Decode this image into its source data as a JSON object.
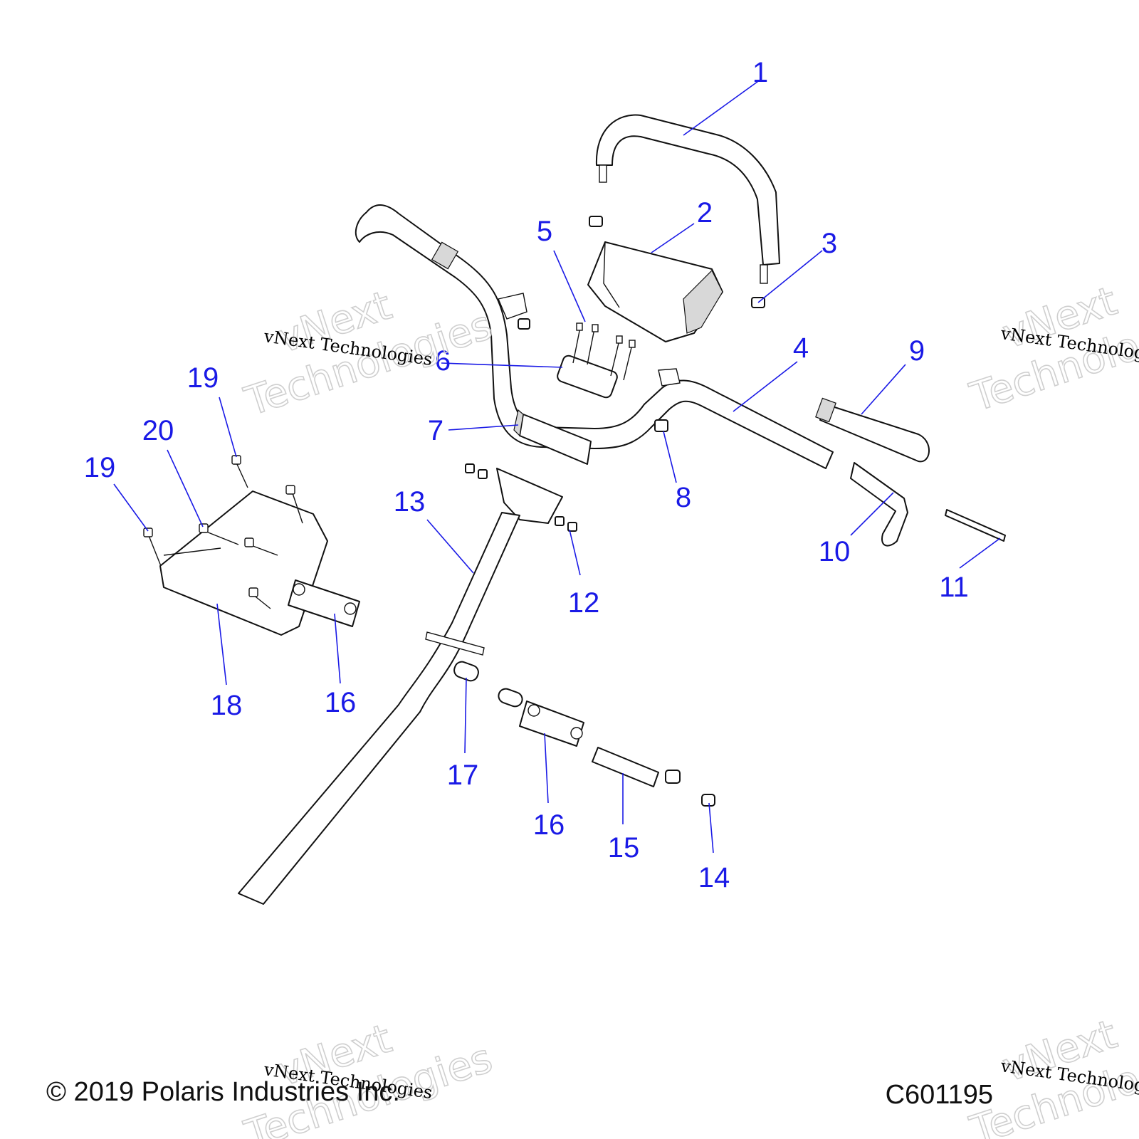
{
  "callouts": [
    {
      "num": "1"
    },
    {
      "num": "2"
    },
    {
      "num": "3"
    },
    {
      "num": "4"
    },
    {
      "num": "5"
    },
    {
      "num": "6"
    },
    {
      "num": "7"
    },
    {
      "num": "8"
    },
    {
      "num": "9"
    },
    {
      "num": "10"
    },
    {
      "num": "11"
    },
    {
      "num": "12"
    },
    {
      "num": "13"
    },
    {
      "num": "14"
    },
    {
      "num": "15"
    },
    {
      "num": "16"
    },
    {
      "num": "16"
    },
    {
      "num": "17"
    },
    {
      "num": "18"
    },
    {
      "num": "19"
    },
    {
      "num": "19"
    },
    {
      "num": "20"
    }
  ],
  "watermark": {
    "big_line1": "vNext",
    "big_line2": "Technologies",
    "small": "vNext Technologies"
  },
  "footer": {
    "copyright": "© 2019 Polaris Industries Inc.",
    "figure_id": "C601195"
  },
  "colors": {
    "callout": "#1a1ae6",
    "linework": "#111111",
    "watermark": "#cfcfcf"
  }
}
